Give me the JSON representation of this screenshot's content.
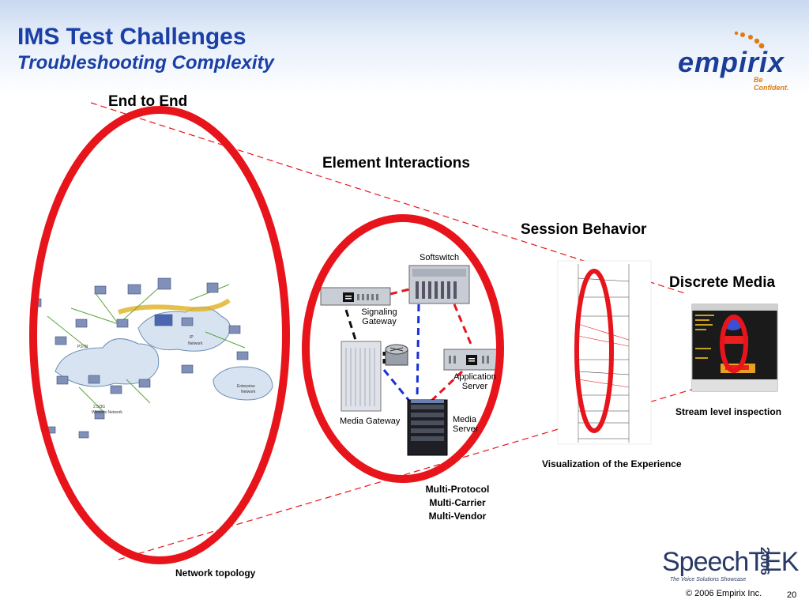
{
  "slide": {
    "title": "IMS Test Challenges",
    "subtitle": "Troubleshooting Complexity",
    "page_number": "20",
    "copyright": "© 2006 Empirix Inc."
  },
  "logos": {
    "empirix_word": "empirix",
    "empirix_tagline": "Be Confident.",
    "speechtek_word": "SpeechTEK",
    "speechtek_year": "2006",
    "speechtek_tagline": "The Voice Solutions Showcase"
  },
  "levels": {
    "end_to_end": "End to End",
    "element_interactions": "Element Interactions",
    "session_behavior": "Session Behavior",
    "discrete_media": "Discrete Media"
  },
  "captions": {
    "network_topology": "Network topology",
    "multi_lines": [
      "Multi-Protocol",
      "Multi-Carrier",
      "Multi-Vendor"
    ],
    "visualization": "Visualization of the Experience",
    "stream_inspection": "Stream level inspection"
  },
  "elements": {
    "softswitch": "Softswitch",
    "signaling_gateway": [
      "Signaling",
      "Gateway"
    ],
    "application_server": [
      "Application",
      "Server"
    ],
    "media_gateway": "Media Gateway",
    "media_server": [
      "Media",
      "Server"
    ]
  },
  "colors": {
    "title_blue": "#1a3fa6",
    "highlight_red": "#e8141b",
    "link_blue": "#1a2fd9",
    "orange": "#e07a12"
  },
  "icons": [
    "network-topology-diagram",
    "server-rack-icon",
    "router-icon",
    "call-flow-diagram",
    "spectrum-analyzer-screenshot"
  ]
}
